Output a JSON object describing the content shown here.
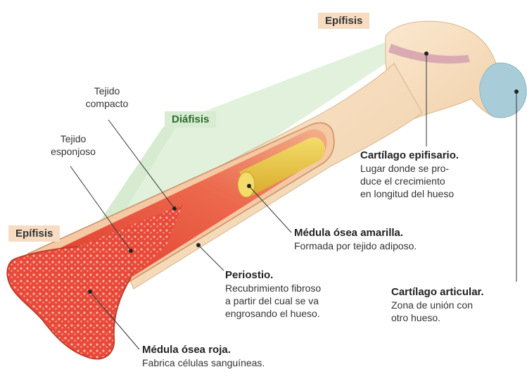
{
  "tags": {
    "epifisis_top": "Epífisis",
    "diafisis": "Diáfisis",
    "epifisis_bottom": "Epífisis"
  },
  "labels": {
    "tejido_compacto": [
      "Tejido",
      "compacto"
    ],
    "tejido_esponjoso": [
      "Tejido",
      "esponjoso"
    ],
    "cartilago_epifisario": {
      "title": "Cartílago epifisario.",
      "lines": [
        "Lugar donde se pro-",
        "duce el crecimiento",
        "en longitud del hueso"
      ]
    },
    "medula_amarilla": {
      "title": "Médula ósea amarilla.",
      "lines": [
        "Formada por tejido adiposo."
      ]
    },
    "periostio": {
      "title": "Periostio.",
      "lines": [
        "Recubrimiento fibroso",
        "a partir del cual se va",
        "engrosando el hueso."
      ]
    },
    "cartilago_articular": {
      "title": "Cartílago articular.",
      "lines": [
        "Zona de unión con",
        "otro hueso."
      ]
    },
    "medula_roja": {
      "title": "Médula ósea roja.",
      "lines": [
        "Fabrica células sanguíneas."
      ]
    }
  },
  "colors": {
    "bone": "#f6dcb9",
    "marrow_red": "#e8493a",
    "marrow_yellow": "#e8c84a",
    "articular_cartilage": "#a9cdd8",
    "epiphyseal_band": "#d6a4b0",
    "diaphysis_highlight": "#dcefd6",
    "epiphysis_tag": "#f7dcc1"
  }
}
